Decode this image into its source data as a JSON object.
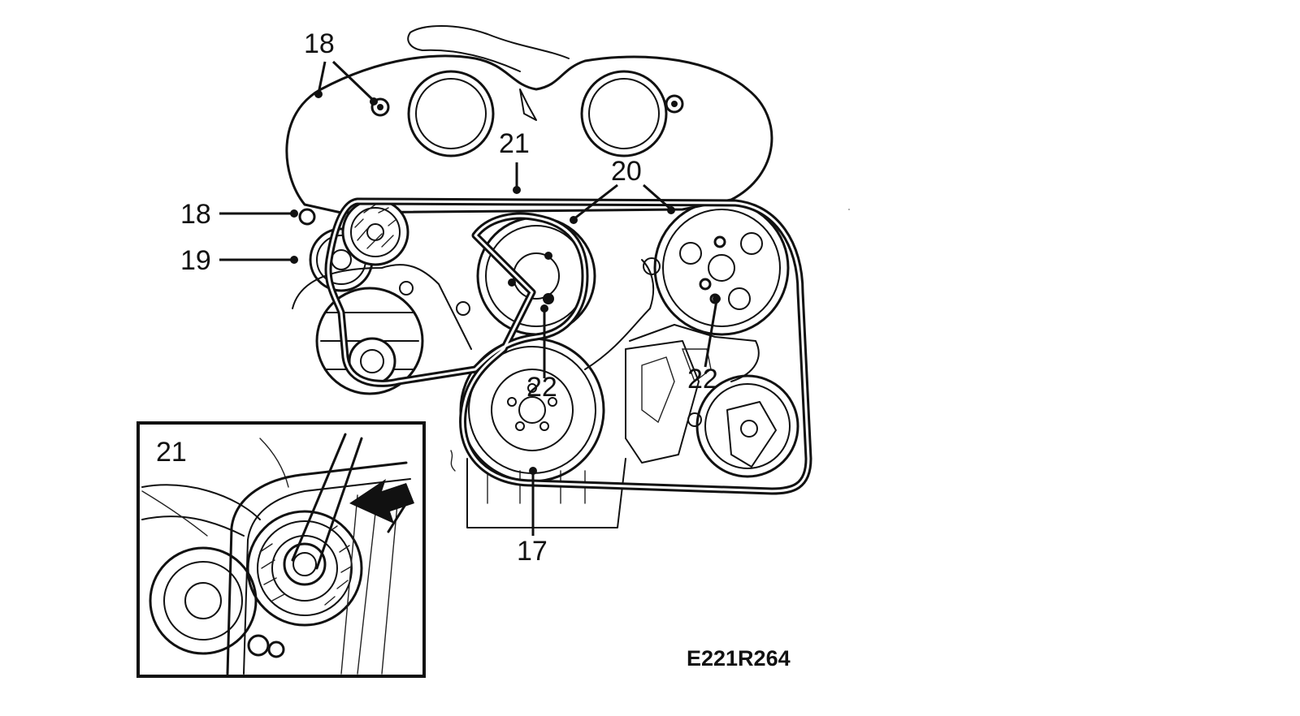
{
  "figure_id": "E221R264",
  "callouts": {
    "c17": "17",
    "c18_top": "18",
    "c18_left": "18",
    "c19": "19",
    "c20": "20",
    "c21_main": "21",
    "c21_inset": "21",
    "c22_center": "22",
    "c22_right": "22"
  },
  "colors": {
    "ink": "#111111",
    "paper": "#ffffff"
  }
}
